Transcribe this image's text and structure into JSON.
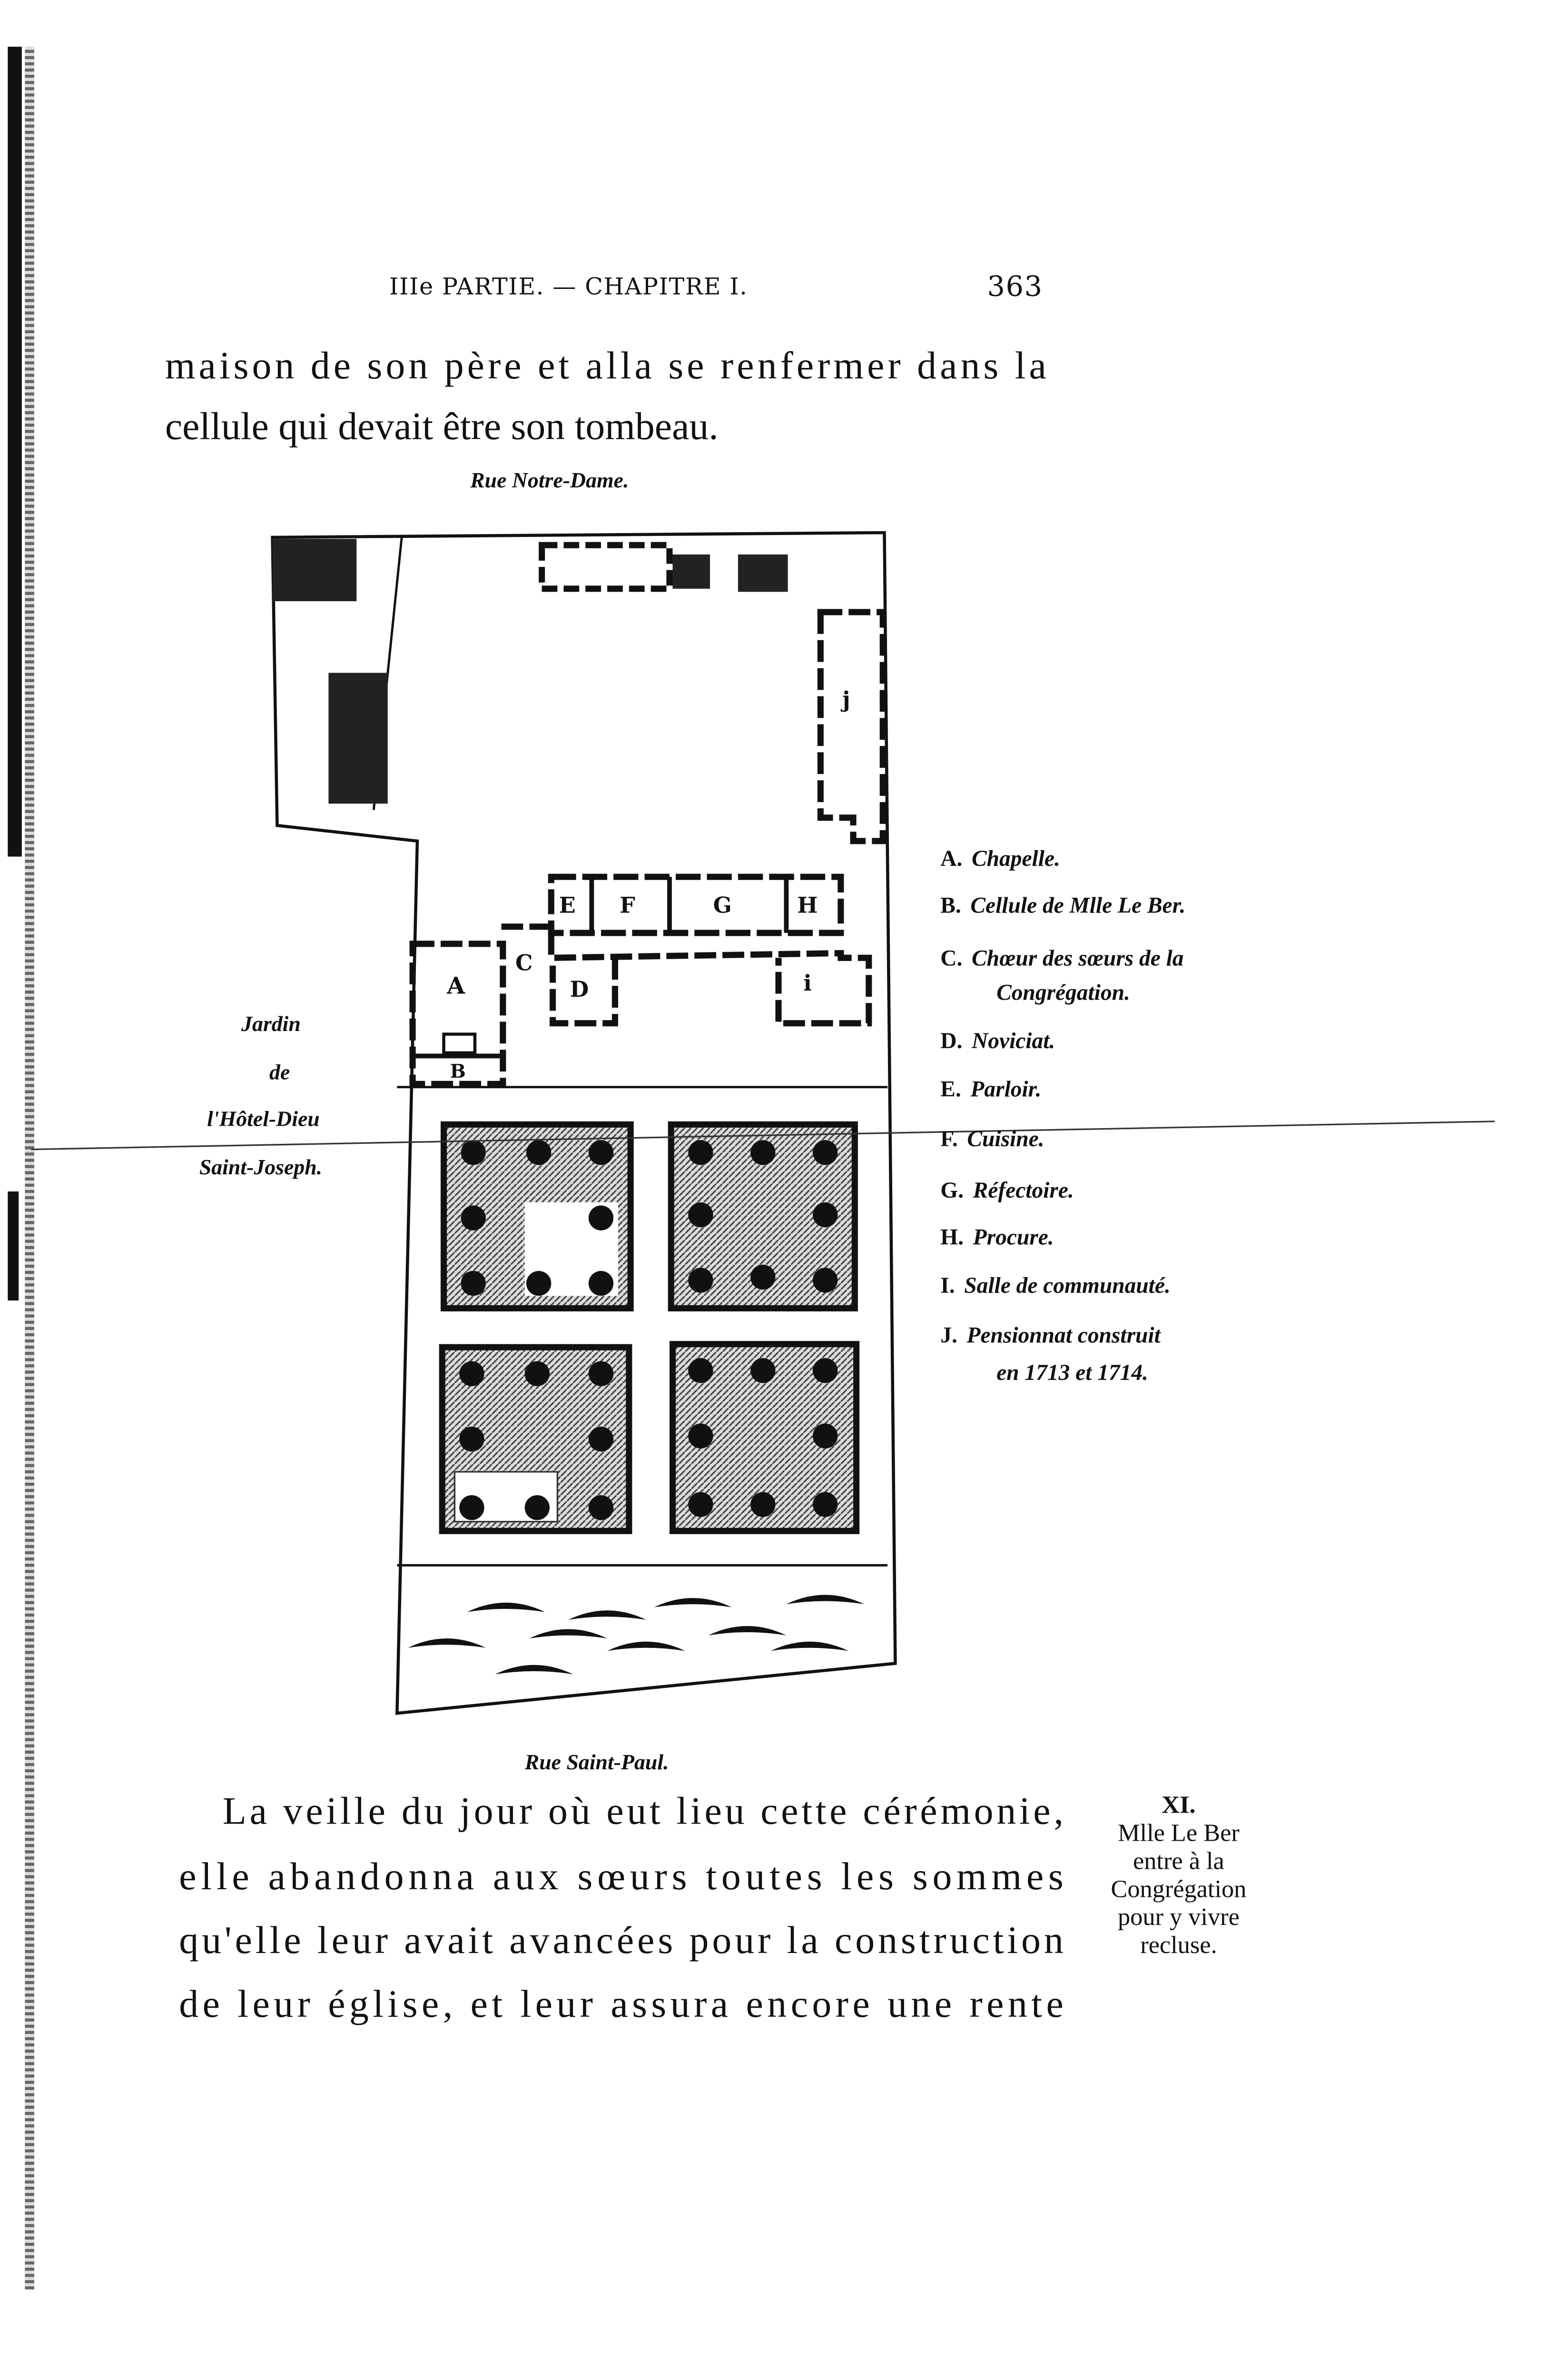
{
  "header": {
    "part": "IIIe PARTIE. — CHAPITRE I.",
    "page_number": "363"
  },
  "text_top": [
    "maison de son père et alla se renfermer dans la",
    "cellule qui devait être son tombeau."
  ],
  "plan": {
    "street_top": "Rue Notre-Dame.",
    "street_bottom": "Rue Saint-Paul.",
    "side_label": [
      "Jardin",
      "de",
      "l'Hôtel-Dieu",
      "Saint-Joseph."
    ],
    "room_letters": [
      "A",
      "B",
      "C",
      "D",
      "E",
      "F",
      "G",
      "H",
      "i",
      "j"
    ],
    "legend": [
      {
        "key": "A.",
        "label": "Chapelle."
      },
      {
        "key": "B.",
        "label": "Cellule de Mlle Le Ber."
      },
      {
        "key": "C.",
        "label": "Chœur des sœurs de la",
        "label2": "Congrégation."
      },
      {
        "key": "D.",
        "label": "Noviciat."
      },
      {
        "key": "E.",
        "label": "Parloir."
      },
      {
        "key": "F.",
        "label": "Cuisine."
      },
      {
        "key": "G.",
        "label": "Réfectoire."
      },
      {
        "key": "H.",
        "label": "Procure."
      },
      {
        "key": "I.",
        "label": "Salle de communauté."
      },
      {
        "key": "J.",
        "label": "Pensionnat construit",
        "label2": "en 1713 et 1714."
      }
    ]
  },
  "paragraph": [
    "La veille du jour où eut lieu cette cérémonie,",
    "elle abandonna aux sœurs toutes les sommes",
    "qu'elle leur avait avancées pour la construction",
    "de leur église, et leur assura encore une rente"
  ],
  "margin_note": [
    "XI.",
    "Mlle Le Ber",
    "entre à la",
    "Congrégation",
    "pour y vivre",
    "recluse."
  ]
}
